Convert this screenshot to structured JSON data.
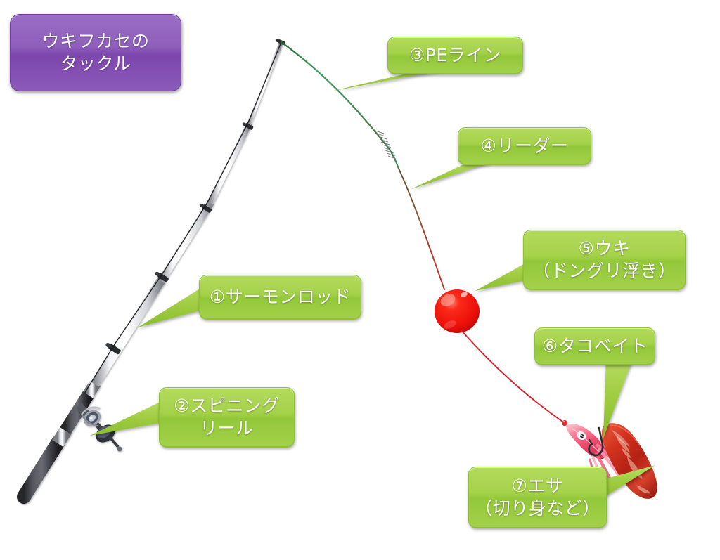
{
  "figure": {
    "title": "ウキフカセのタックル",
    "background_color": "#ffffff",
    "callout_color": "#a5d24b",
    "title_color": "#8f5fbc"
  },
  "title_box": {
    "label": "ウキフカセの\nタックル"
  },
  "callouts": [
    {
      "id": "rod",
      "number": "①",
      "label": "①サーモンロッド"
    },
    {
      "id": "reel",
      "number": "②",
      "label": "②スピニング\nリール"
    },
    {
      "id": "peline",
      "number": "③",
      "label": "③PEライン"
    },
    {
      "id": "leader",
      "number": "④",
      "label": "④リーダー"
    },
    {
      "id": "float",
      "number": "⑤",
      "label": "⑤ウキ\n（ドングリ浮き）"
    },
    {
      "id": "tako",
      "number": "⑥",
      "label": "⑥タコベイト"
    },
    {
      "id": "esa",
      "number": "⑦",
      "label": "⑦エサ\n（切り身など）"
    }
  ],
  "parts": {
    "rod": {
      "name": "サーモンロッド",
      "color": "#e8e8e8"
    },
    "reel": {
      "name": "スピニングリール",
      "color": "#4a4a52"
    },
    "pe_line": {
      "name": "PEライン",
      "color": "#2f8f4e"
    },
    "leader": {
      "name": "リーダー",
      "color": "#7a4a2a"
    },
    "knot": {
      "name": "FGノット"
    },
    "float": {
      "name": "ドングリ浮き",
      "color": "#f21a12"
    },
    "main_line_lower": {
      "color": "#d61a22"
    },
    "tako_bait": {
      "name": "タコベイト",
      "color": "#f26a86"
    },
    "hook": {
      "name": "フック",
      "color": "#3a3a3a"
    },
    "esa": {
      "name": "切り身エサ",
      "color": "#c4281c"
    }
  }
}
